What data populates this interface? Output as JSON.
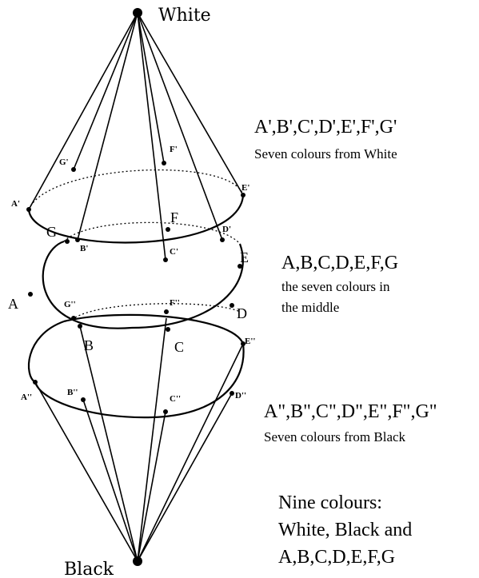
{
  "apex": {
    "top_label": "White",
    "bottom_label": "Black"
  },
  "top_cone": {
    "points": [
      "A'",
      "B'",
      "C'",
      "D'",
      "E'",
      "F'",
      "G'"
    ],
    "caption": "A',B',C',D',E',F',G'",
    "description": "Seven colours from White"
  },
  "middle": {
    "points": [
      "A",
      "B",
      "C",
      "D",
      "E",
      "F",
      "G"
    ],
    "caption": "A,B,C,D,E,F,G",
    "description_line1": "the seven colours in",
    "description_line2": "the middle"
  },
  "bottom_cone": {
    "points": [
      "A''",
      "B''",
      "C''",
      "D''",
      "E''",
      "F''",
      "G''"
    ],
    "caption": "A\",B\",C\",D\",E\",F\",G\"",
    "description": "Seven colours from Black"
  },
  "summary": {
    "line1": "Nine colours:",
    "line2": "White, Black and",
    "line3": "A,B,C,D,E,F,G"
  }
}
